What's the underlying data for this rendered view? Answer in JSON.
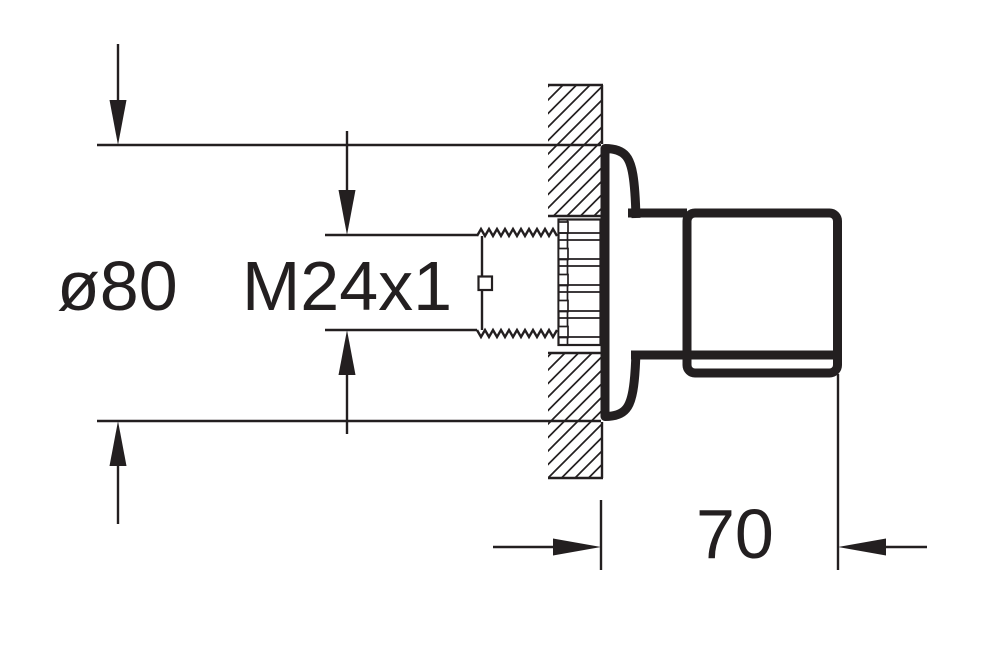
{
  "drawing": {
    "type": "technical-dimension-drawing",
    "subject": "wall-mounted concealed valve side section",
    "line_color": "#231f20",
    "background_color": "#ffffff",
    "dimension_labels": {
      "diameter": "ø80",
      "thread": "M24x1",
      "depth": "70"
    }
  }
}
